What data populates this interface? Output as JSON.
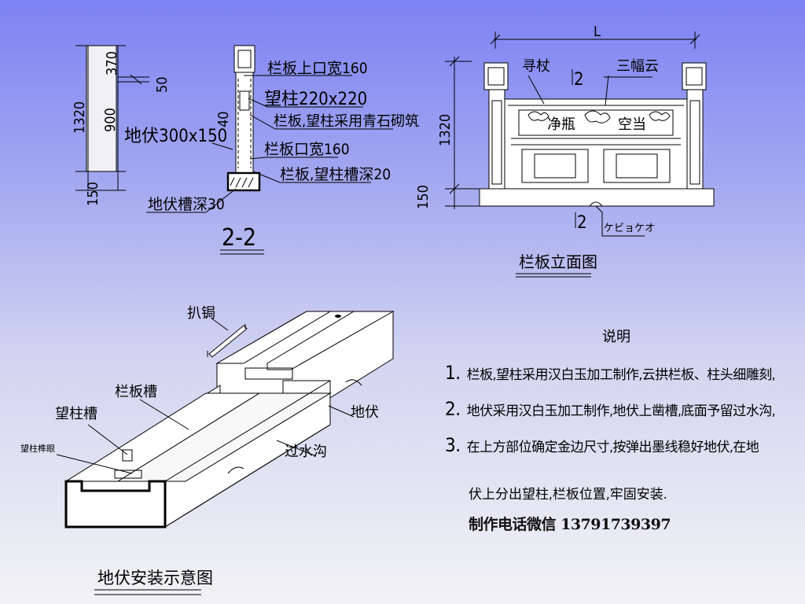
{
  "section_view": {
    "title": "2-2",
    "dims": {
      "d370": "370",
      "d50": "50",
      "d40": "40",
      "d1320": "1320",
      "d900": "900",
      "d150": "150"
    },
    "labels": {
      "top_groove": "栏板上口宽160",
      "post": "望柱220x220",
      "material": "栏板,望柱采用青石砌筑",
      "base": "地伏300x150",
      "panel_width": "栏板口宽160",
      "post_groove": "栏板,望柱槽深20",
      "base_groove": "地伏槽深30"
    }
  },
  "elevation_view": {
    "title": "栏板立面图",
    "dims": {
      "L": "L",
      "d1320": "1320",
      "d150": "150"
    },
    "labels": {
      "xunzhang": "寻杖",
      "sanfuyun": "三幅云",
      "jingping": "净瓶",
      "kongdang": "空当",
      "section_mark": "2",
      "drain": "ケビョケオ"
    }
  },
  "install_view": {
    "title": "地伏安装示意图",
    "labels": {
      "bajiang": "扒锔",
      "lanban_cao": "栏板槽",
      "wangzhu_cao": "望柱槽",
      "sunyan": "望柱榫眼",
      "difu": "地伏",
      "shuigou": "过水沟"
    }
  },
  "notes": {
    "title": "说明",
    "items": [
      {
        "num": "1.",
        "text": "栏板,望柱采用汉白玉加工制作,云拱栏板、柱头细雕刻,"
      },
      {
        "num": "2.",
        "text": "地伏采用汉白玉加工制作,地伏上凿槽,底面予留过水沟,"
      },
      {
        "num": "3.",
        "text": "在上方部位确定金边尺寸,按弹出墨线稳好地伏,在地"
      }
    ],
    "continuation": "伏上分出望柱,栏板位置,牢固安装.",
    "contact": "制作电话微信 13791739397"
  }
}
